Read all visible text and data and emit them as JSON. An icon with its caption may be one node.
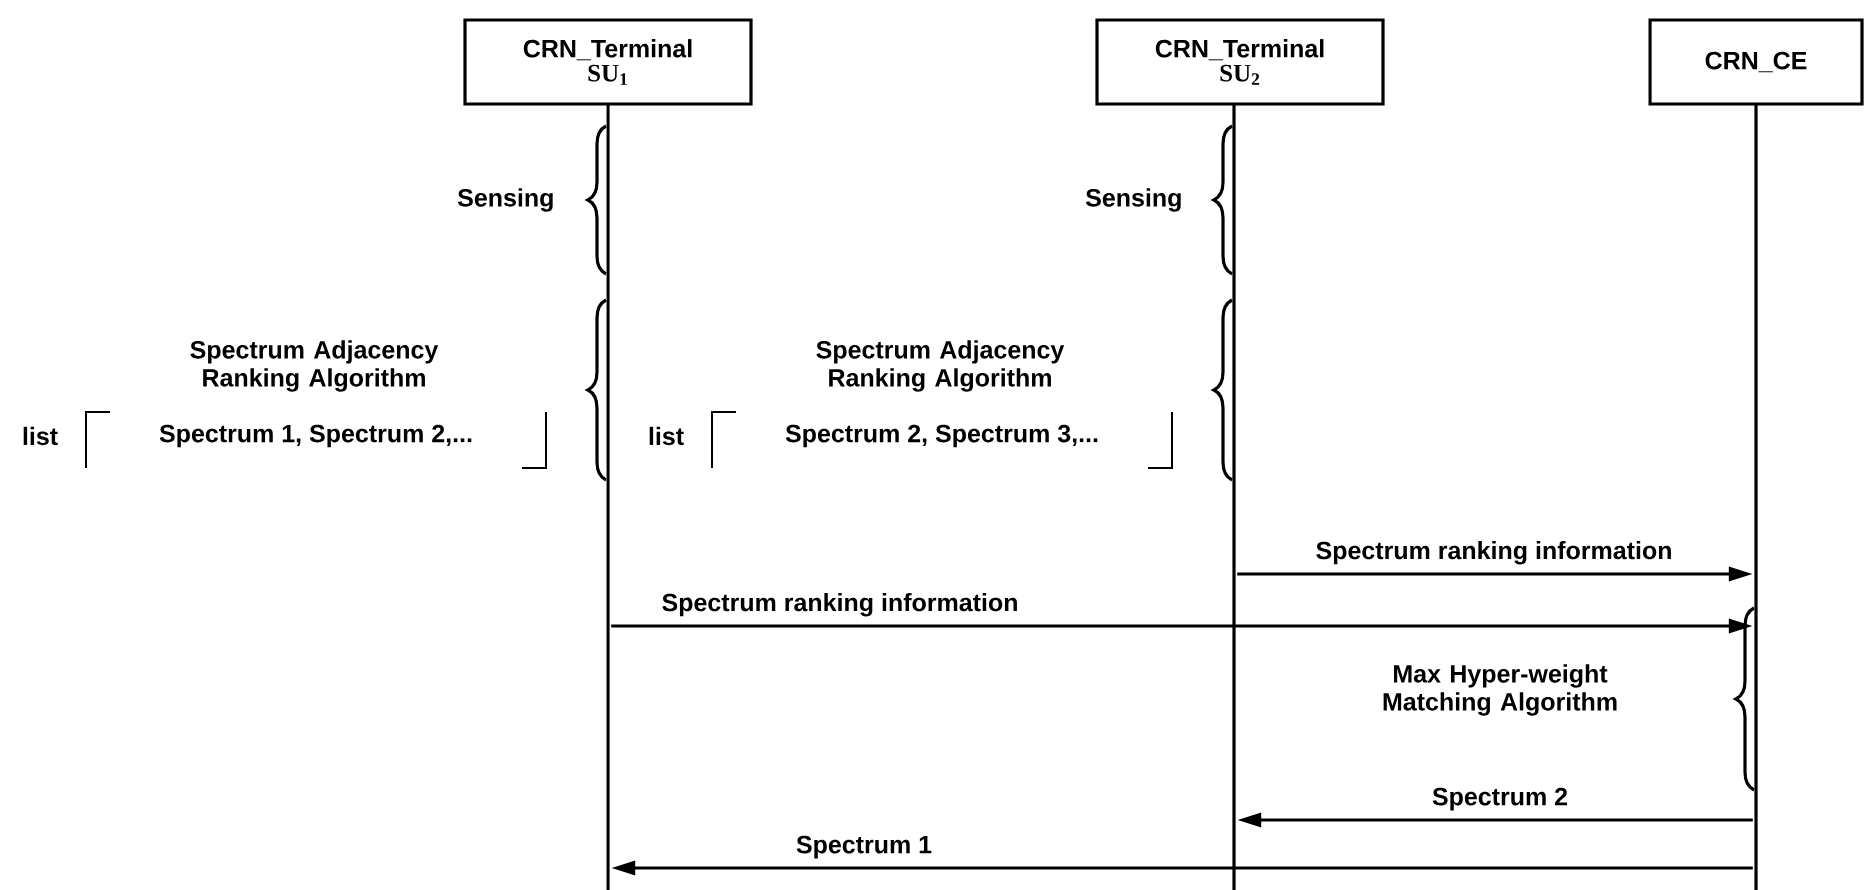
{
  "diagram": {
    "nodes": [
      {
        "text": [
          "CRN_Terminal",
          "SU$_{1}$"
        ]
      },
      {
        "text": [
          "CRN_Terminal",
          "SU$_{2}$"
        ]
      },
      {
        "text": [
          "CRN_CE"
        ]
      },
      {
        "text": [],
        "shape": "bar"
      },
      {
        "text": [],
        "shape": "bar"
      },
      {
        "text": [],
        "shape": "bar"
      }
    ],
    "edges": [
      {
        "from": 4,
        "to": 5,
        "arrow": "to",
        "label": "Spectrum ranking information"
      },
      {
        "from": 3,
        "to": 5,
        "arrow": "to",
        "label": "Spectrum ranking information"
      },
      {
        "from": 5,
        "to": 4,
        "arrow": "to",
        "label": "Spectrum 2"
      },
      {
        "from": 5,
        "to": 3,
        "arrow": "to",
        "label": "Spectrum 1"
      }
    ],
    "labels": [
      "Sensing",
      "Sensing",
      "Spectrum Adjacency Ranking Algorithm",
      "Spectrum Adjacency Ranking Algorithm",
      "list",
      "Spectrum 1, Spectrum 2,...",
      "list",
      "Spectrum 2, Spectrum 3,...",
      "Max Hyper-weight Matching Algorithm"
    ]
  }
}
